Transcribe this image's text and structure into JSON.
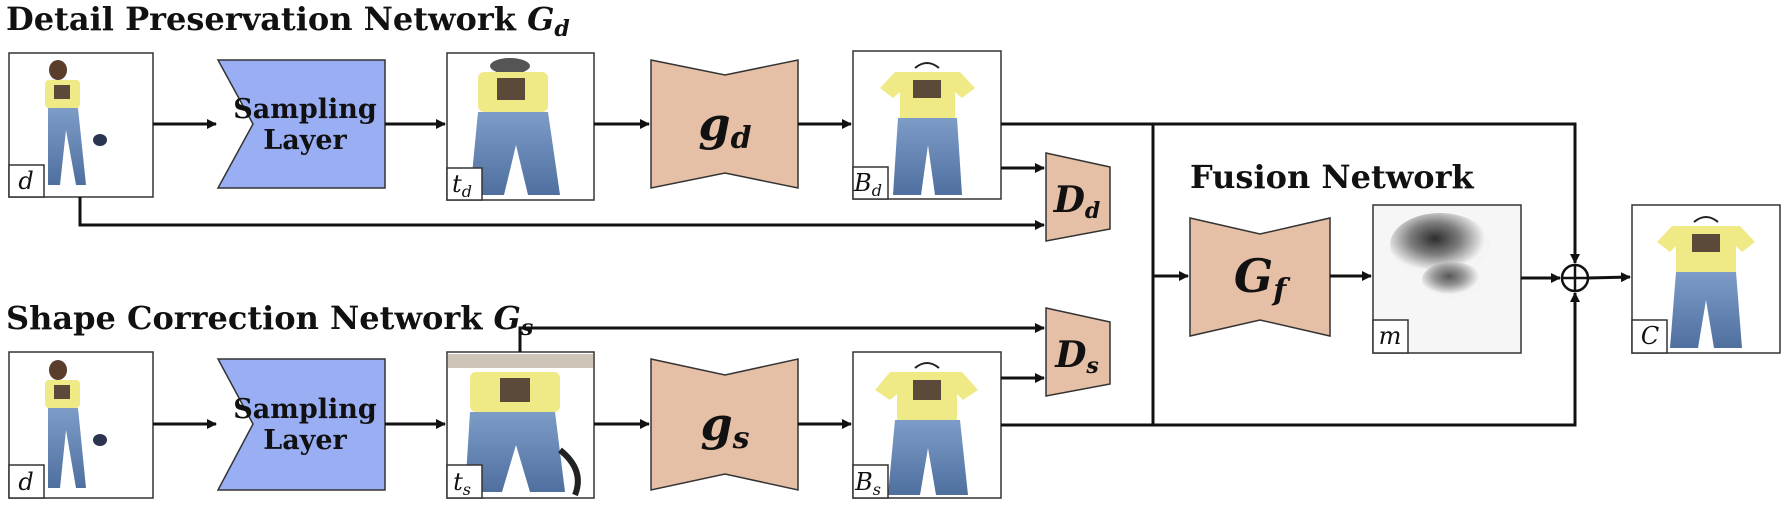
{
  "sections": {
    "detail": {
      "title": "Detail Preservation Network ",
      "symbol": "G",
      "sub": "d"
    },
    "shape": {
      "title": "Shape Correction Network ",
      "symbol": "G",
      "sub": "s"
    },
    "fusion": {
      "title": "Fusion Network"
    }
  },
  "modules": {
    "sampling_top": {
      "line1": "Sampling",
      "line2": "Layer"
    },
    "sampling_bottom": {
      "line1": "Sampling",
      "line2": "Layer"
    },
    "gd": {
      "symbol": "g",
      "sub": "d"
    },
    "gs": {
      "symbol": "g",
      "sub": "s"
    },
    "Dd": {
      "symbol": "D",
      "sub": "d"
    },
    "Ds": {
      "symbol": "D",
      "sub": "s"
    },
    "Gf": {
      "symbol": "G",
      "sub": "f"
    }
  },
  "images": {
    "d_top": {
      "label": "d",
      "sub": ""
    },
    "td": {
      "label": "t",
      "sub": "d"
    },
    "Bd": {
      "label": "B",
      "sub": "d"
    },
    "d_bottom": {
      "label": "d",
      "sub": ""
    },
    "ts": {
      "label": "t",
      "sub": "s"
    },
    "Bs": {
      "label": "B",
      "sub": "s"
    },
    "m": {
      "label": "m",
      "sub": ""
    },
    "C": {
      "label": "C",
      "sub": ""
    }
  },
  "colors": {
    "sampling": "#9aaef4",
    "generator": "#e6c0a6",
    "stroke": "#333333"
  }
}
